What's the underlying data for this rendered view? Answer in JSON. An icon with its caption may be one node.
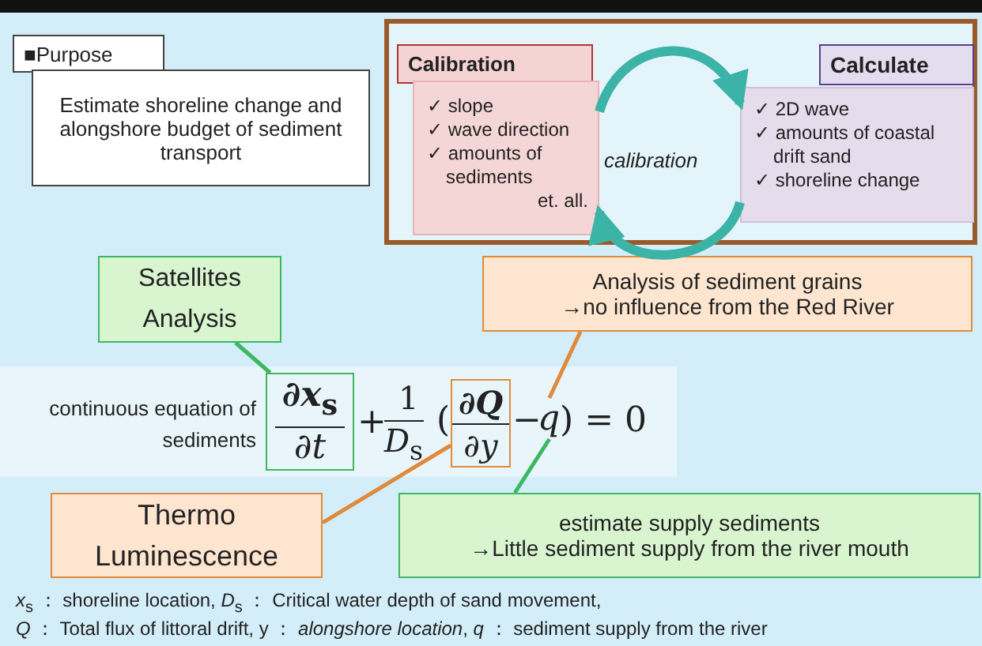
{
  "diagram": {
    "nodes": [
      {
        "text": [
          "■Purpose"
        ]
      },
      {
        "text": [
          "Estimate shoreline change and alongshore budget of sediment transport"
        ]
      },
      {
        "text": [],
        "shape": "box"
      },
      {
        "text": [
          "Calibration"
        ],
        "in": 2
      },
      {
        "text": [
          "✓ slope",
          "✓ wave direction",
          "✓ amounts of sediments",
          "et. all."
        ],
        "in": 2
      },
      {
        "text": [
          "Calculate"
        ],
        "in": 2
      },
      {
        "text": [
          "✓ 2D wave",
          "✓ amounts of coastal drift sand",
          "✓ shoreline change"
        ],
        "in": 2
      },
      {
        "text": [
          "Satellites Analysis"
        ]
      },
      {
        "text": [
          "Analysis of sediment grains",
          "→no influence from the Red River"
        ]
      },
      {
        "text": [
          "∂*x*$_{s}$",
          "∂*t*"
        ]
      },
      {
        "text": [
          "∂*Q*",
          "∂*y*"
        ]
      },
      {
        "text": [
          "*q*"
        ]
      },
      {
        "text": [
          "Thermo Luminescence"
        ]
      },
      {
        "text": [
          "estimate supply sediments",
          "→Little sediment supply from the river mouth"
        ]
      }
    ],
    "edges": [
      {
        "from": 4,
        "to": 6,
        "arrow": "to",
        "style": "thick"
      },
      {
        "from": 6,
        "to": 4,
        "arrow": "to",
        "style": "thick"
      },
      {
        "from": 7,
        "to": 9,
        "arrow": "none"
      },
      {
        "from": 8,
        "to": 11,
        "arrow": "none",
        "color": "#e08a3c"
      },
      {
        "from": 12,
        "to": 10,
        "arrow": "none",
        "color": "#e08a3c"
      },
      {
        "from": 13,
        "to": 11,
        "arrow": "none"
      }
    ],
    "labels": [
      "calibration",
      "continuous equation of sediments",
      "+",
      "1",
      "*D*$_{s}$",
      "(",
      "−",
      ") = 0",
      "*x*$_{s}$ ： shoreline location, *D*$_{s}$ ： Critical water depth of sand movement,",
      "*Q* ： Total flux of littoral drift, y ： *alongshore location*, *q* ： sediment supply from the river"
    ]
  }
}
